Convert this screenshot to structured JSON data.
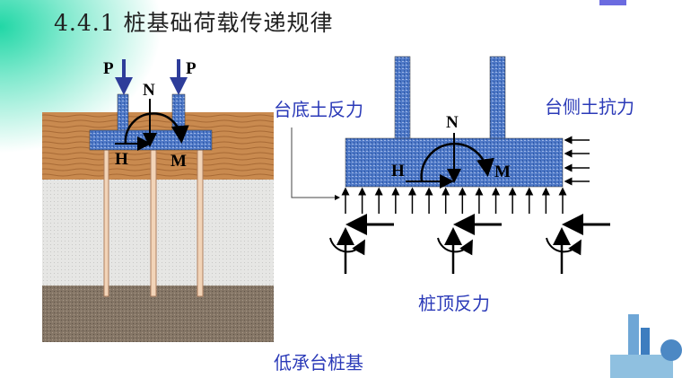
{
  "title": "4.4.1 桩基础荷载传递规律",
  "left_diagram": {
    "load_label_left": "P",
    "load_label_right": "P",
    "axial_label": "N",
    "horizontal_label": "H",
    "moment_label": "M",
    "caption": "低承台桩基"
  },
  "right_diagram": {
    "axial_label": "N",
    "horizontal_label": "H",
    "moment_label": "M",
    "base_soil_reaction": "台底土反力",
    "side_soil_resistance": "台侧土抗力",
    "pile_top_reaction": "桩顶反力"
  },
  "colors": {
    "label": "#2b3ab8",
    "concrete": "#4f79c7",
    "wood": "#c98a4f"
  }
}
